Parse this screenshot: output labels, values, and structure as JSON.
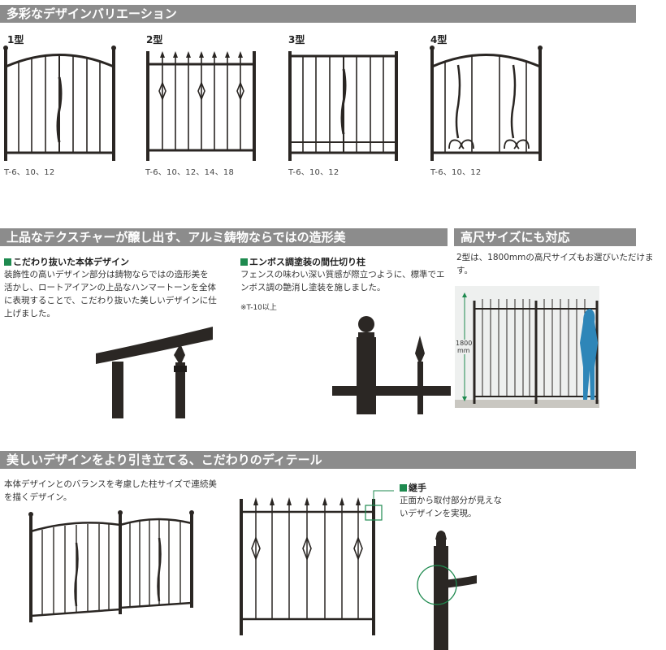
{
  "sections": {
    "variations": {
      "title": "多彩なデザインバリエーション"
    },
    "texture": {
      "title": "上品なテクスチャーが醸し出す、アルミ鋳物ならではの造形美"
    },
    "height": {
      "title": "高尺サイズにも対応"
    },
    "details": {
      "title": "美しいデザインをより引き立てる、こだわりのディテール"
    }
  },
  "fence_types": [
    {
      "label": "1型",
      "sizes": "T-6、10、12"
    },
    {
      "label": "2型",
      "sizes": "T-6、10、12、14、18"
    },
    {
      "label": "3型",
      "sizes": "T-6、10、12"
    },
    {
      "label": "4型",
      "sizes": "T-6、10、12"
    }
  ],
  "body_design": {
    "heading": "こだわり抜いた本体デザイン",
    "text": "装飾性の高いデザイン部分は鋳物ならではの造形美を活かし、ロートアイアンの上品なハンマートーンを全体に表現することで、こだわり抜いた美しいデザインに仕上げました。"
  },
  "emboss": {
    "heading": "エンボス調塗装の間仕切り柱",
    "text": "フェンスの味わい深い質感が際立つように、標準でエンボス調の艶消し塗装を施しました。",
    "note": "※T-10以上"
  },
  "tall": {
    "text": "2型は、1800mmの高尺サイズもお選びいただけます。",
    "dimension": "1800",
    "unit": "mm"
  },
  "post_size": {
    "text": "本体デザインとのバランスを考慮した柱サイズで連続美を描くデザイン。"
  },
  "joint": {
    "heading": "継手",
    "text": "正面から取付部分が見えないデザインを実現。"
  },
  "colors": {
    "band": "#8c8c8c",
    "accent": "#1e8a4f",
    "iron": "#2a2623"
  }
}
